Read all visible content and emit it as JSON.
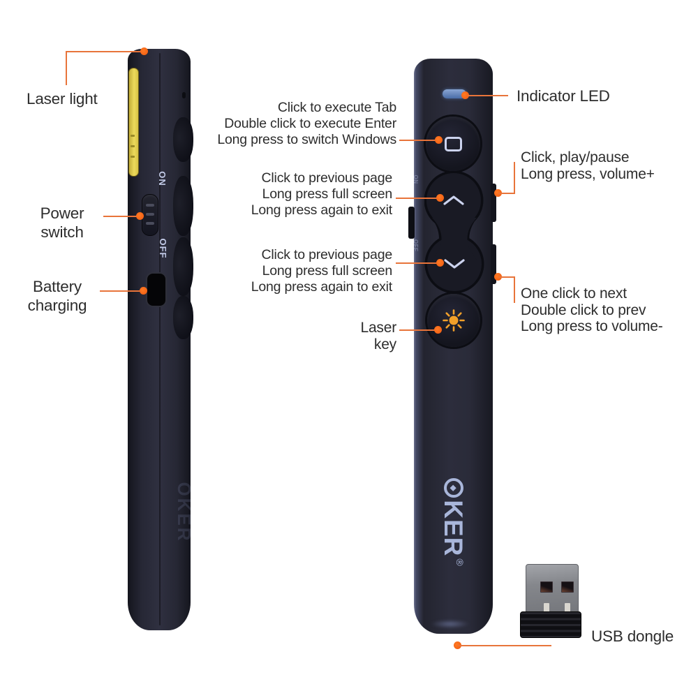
{
  "colors": {
    "accent_orange": "#e8743a",
    "dot_orange": "#ef5a10",
    "device_body": "#23242e",
    "laser_window_yellow": "#e8d455",
    "led_blue": "#5d80b6",
    "logo_lavender": "#a9b6da",
    "laser_icon_orange": "#f2a029"
  },
  "brand": {
    "name": "OKER",
    "mark": "®"
  },
  "side_view": {
    "on_label": "ON",
    "off_label": "OFF"
  },
  "annotations": {
    "laser_light": "Laser light",
    "power_switch": [
      "Power",
      "switch"
    ],
    "battery_charging": [
      "Battery",
      "charging"
    ],
    "tab_button": [
      "Click to execute Tab",
      "Double click to execute Enter",
      "Long press to switch Windows"
    ],
    "up_button": [
      "Click to previous page",
      "Long press full screen",
      "Long press again to exit"
    ],
    "down_button": [
      "Click to previous page",
      "Long press full screen",
      "Long press again to exit"
    ],
    "laser_key": [
      "Laser",
      "key"
    ],
    "indicator_led": "Indicator LED",
    "side_key_top": [
      "Click, play/pause",
      "Long press, volume+"
    ],
    "side_key_bottom": [
      "One click to next",
      "Double click to prev",
      "Long press to volume-"
    ],
    "usb_dongle": "USB dongle"
  },
  "icons": {
    "logo_star": "◆"
  }
}
